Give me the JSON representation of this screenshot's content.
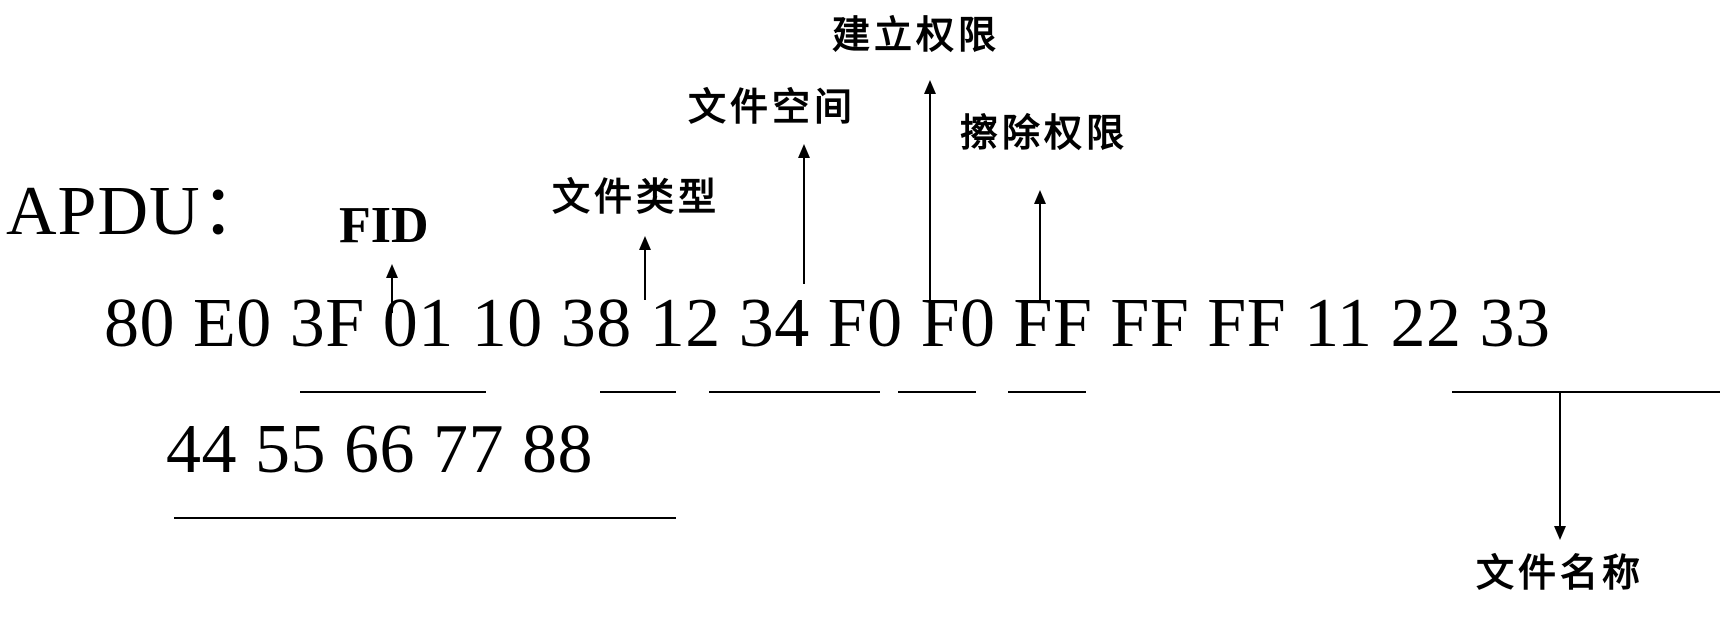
{
  "title": "APDU：",
  "apdu_line1": "80 E0 3F 01 10 38 12 34 F0 F0 FF FF FF 11 22 33",
  "apdu_line2": "44 55 66 77 88",
  "labels": {
    "fid": "FID",
    "file_type": "文件类型",
    "file_space": "文件空间",
    "create_permission": "建立权限",
    "erase_permission": "擦除权限",
    "file_name": "文件名称"
  },
  "colors": {
    "ink": "#000000",
    "background": "#ffffff"
  }
}
